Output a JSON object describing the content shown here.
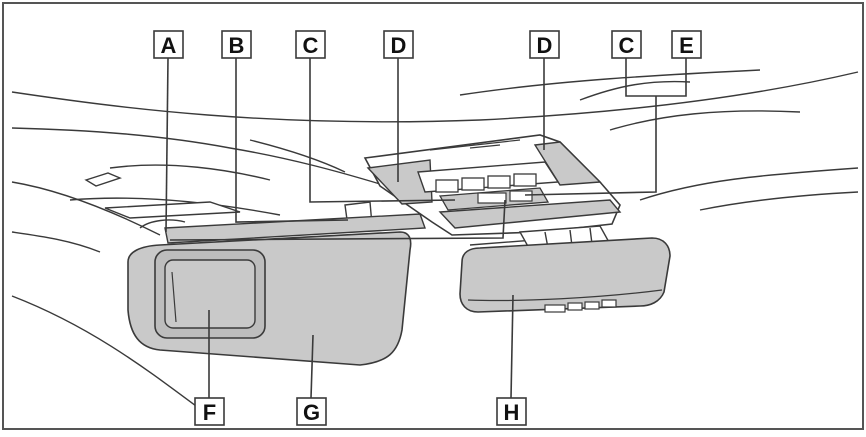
{
  "diagram": {
    "colors": {
      "frame": "#555555",
      "line": "#3a3a3a",
      "fill": "#c9c9c9",
      "background": "#ffffff"
    },
    "labels": {
      "a": "A",
      "b": "B",
      "c1": "C",
      "d1": "D",
      "d2": "D",
      "c2": "C",
      "e": "E",
      "f": "F",
      "g": "G",
      "h": "H"
    }
  }
}
